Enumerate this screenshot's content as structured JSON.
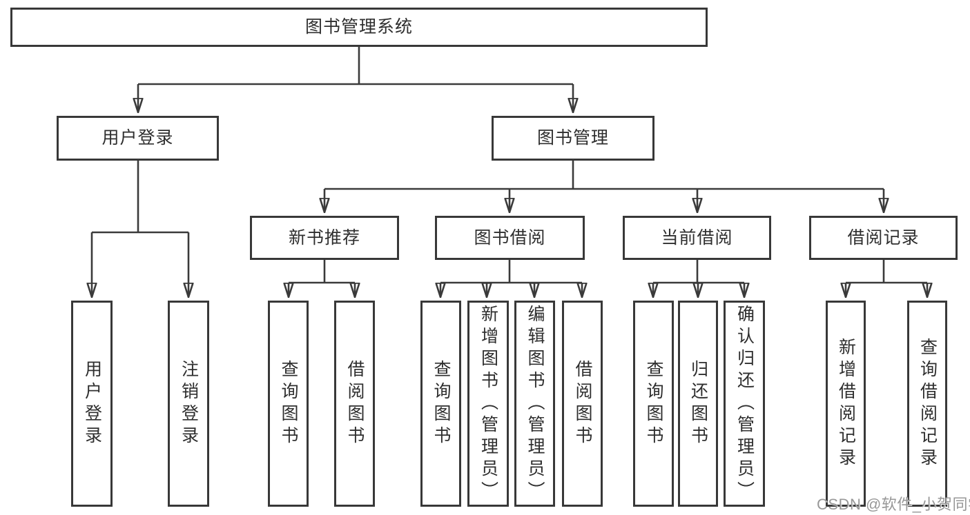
{
  "diagram": {
    "root": "图书管理系统",
    "branches": [
      {
        "label": "用户登录",
        "children": [
          "用户登录",
          "注销登录"
        ]
      },
      {
        "label": "图书管理",
        "groups": [
          {
            "label": "新书推荐",
            "children": [
              "查询图书",
              "借阅图书"
            ]
          },
          {
            "label": "图书借阅",
            "children": [
              "查询图书",
              "新增图书（管理员）",
              "编辑图书（管理员）",
              "借阅图书"
            ]
          },
          {
            "label": "当前借阅",
            "children": [
              "查询图书",
              "归还图书",
              "确认归还（管理员）"
            ]
          },
          {
            "label": "借阅记录",
            "children": [
              "新增借阅记录",
              "查询借阅记录"
            ]
          }
        ]
      }
    ],
    "colors": {
      "line": "#3a3a3a",
      "border": "#383838",
      "text": "#2e2e2e",
      "watermark_text": "#979797",
      "background": "#ffffff"
    }
  },
  "watermark": "CSDN @软件_小贺同学"
}
